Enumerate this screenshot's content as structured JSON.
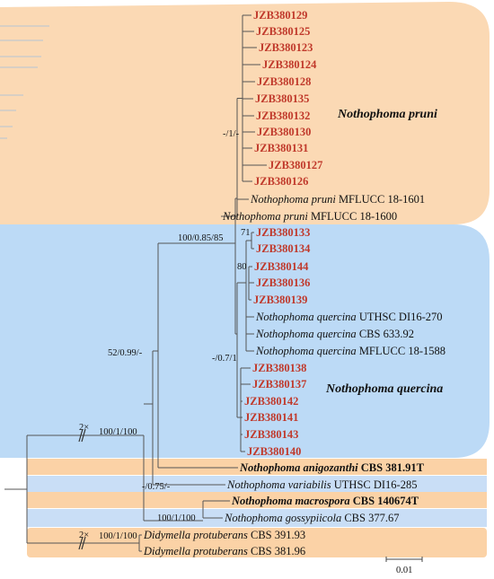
{
  "colors": {
    "pruni_bg": "#fbd9b4",
    "quercina_bg": "#bcdaf6",
    "orange_band": "#fbd2a6",
    "blue_band": "#c9def6",
    "highlight_red": "#c0392b"
  },
  "clades": {
    "pruni": "Nothophoma pruni",
    "quercina": "Nothophoma quercina"
  },
  "taxa": [
    {
      "id": "t1",
      "genus": "",
      "epithet": "",
      "strain": "JZB380129",
      "style": "red"
    },
    {
      "id": "t2",
      "genus": "",
      "epithet": "",
      "strain": "JZB380125",
      "style": "red"
    },
    {
      "id": "t3",
      "genus": "",
      "epithet": "",
      "strain": "JZB380123",
      "style": "red"
    },
    {
      "id": "t4",
      "genus": "",
      "epithet": "",
      "strain": "JZB380124",
      "style": "red"
    },
    {
      "id": "t5",
      "genus": "",
      "epithet": "",
      "strain": "JZB380128",
      "style": "red"
    },
    {
      "id": "t6",
      "genus": "",
      "epithet": "",
      "strain": "JZB380135",
      "style": "red"
    },
    {
      "id": "t7",
      "genus": "",
      "epithet": "",
      "strain": "JZB380132",
      "style": "red"
    },
    {
      "id": "t8",
      "genus": "",
      "epithet": "",
      "strain": "JZB380130",
      "style": "red"
    },
    {
      "id": "t9",
      "genus": "",
      "epithet": "",
      "strain": "JZB380131",
      "style": "red"
    },
    {
      "id": "t10",
      "genus": "",
      "epithet": "",
      "strain": "JZB380127",
      "style": "red"
    },
    {
      "id": "t11",
      "genus": "",
      "epithet": "",
      "strain": "JZB380126",
      "style": "red"
    },
    {
      "id": "t12",
      "genus": "Nothophoma",
      "epithet": "pruni",
      "strain": "MFLUCC 18-1601",
      "style": "normal"
    },
    {
      "id": "t13",
      "genus": "Nothophoma",
      "epithet": "pruni",
      "strain": "MFLUCC 18-1600",
      "style": "normal"
    },
    {
      "id": "t14",
      "genus": "",
      "epithet": "",
      "strain": "JZB380133",
      "style": "red"
    },
    {
      "id": "t15",
      "genus": "",
      "epithet": "",
      "strain": "JZB380134",
      "style": "red"
    },
    {
      "id": "t16",
      "genus": "",
      "epithet": "",
      "strain": "JZB380144",
      "style": "red"
    },
    {
      "id": "t17",
      "genus": "",
      "epithet": "",
      "strain": "JZB380136",
      "style": "red"
    },
    {
      "id": "t18",
      "genus": "",
      "epithet": "",
      "strain": "JZB380139",
      "style": "red"
    },
    {
      "id": "t19",
      "genus": "Nothophoma",
      "epithet": "quercina",
      "strain": "UTHSC DI16-270",
      "style": "normal"
    },
    {
      "id": "t20",
      "genus": "Nothophoma",
      "epithet": "quercina",
      "strain": "CBS 633.92",
      "style": "normal"
    },
    {
      "id": "t21",
      "genus": "Nothophoma",
      "epithet": "quercina",
      "strain": "MFLUCC 18-1588",
      "style": "normal"
    },
    {
      "id": "t22",
      "genus": "",
      "epithet": "",
      "strain": "JZB380138",
      "style": "red"
    },
    {
      "id": "t23",
      "genus": "",
      "epithet": "",
      "strain": "JZB380137",
      "style": "red"
    },
    {
      "id": "t24",
      "genus": "",
      "epithet": "",
      "strain": "JZB380142",
      "style": "red"
    },
    {
      "id": "t25",
      "genus": "",
      "epithet": "",
      "strain": "JZB380141",
      "style": "red"
    },
    {
      "id": "t26",
      "genus": "",
      "epithet": "",
      "strain": "JZB380143",
      "style": "red"
    },
    {
      "id": "t27",
      "genus": "",
      "epithet": "",
      "strain": "JZB380140",
      "style": "red"
    },
    {
      "id": "t28",
      "genus": "Nothophoma",
      "epithet": "anigozanthi",
      "strain": "CBS 381.91T",
      "style": "bold"
    },
    {
      "id": "t29",
      "genus": "Nothophoma",
      "epithet": "variabilis",
      "strain": "UTHSC DI16-285",
      "style": "normal"
    },
    {
      "id": "t30",
      "genus": "Nothophoma",
      "epithet": "macrospora",
      "strain": "CBS 140674T",
      "style": "bold"
    },
    {
      "id": "t31",
      "genus": "Nothophoma",
      "epithet": "gossypiicola",
      "strain": "CBS 377.67",
      "style": "normal"
    },
    {
      "id": "t32",
      "genus": "Didymella",
      "epithet": "protuberans",
      "strain": "CBS 391.93",
      "style": "normal"
    },
    {
      "id": "t33",
      "genus": "Didymella",
      "epithet": "protuberans",
      "strain": "CBS 381.96",
      "style": "normal"
    }
  ],
  "support_values": {
    "s_pruni_inner": "-/1/-",
    "s_pruni_quercina": "100/0.85/85",
    "s_71": "71",
    "s_80": "80",
    "s_quercina": "-/0.7/1",
    "s_nothophoma": "52/0.99/-",
    "s_variabilis": "-/0.75/-",
    "s_root": "100/1/100",
    "s_macro": "100/1/100",
    "s_outgroup": "100/1/100"
  },
  "break_marks": {
    "root": "2×",
    "outgroup": "2×"
  },
  "scale_bar": {
    "label": "0.01"
  }
}
